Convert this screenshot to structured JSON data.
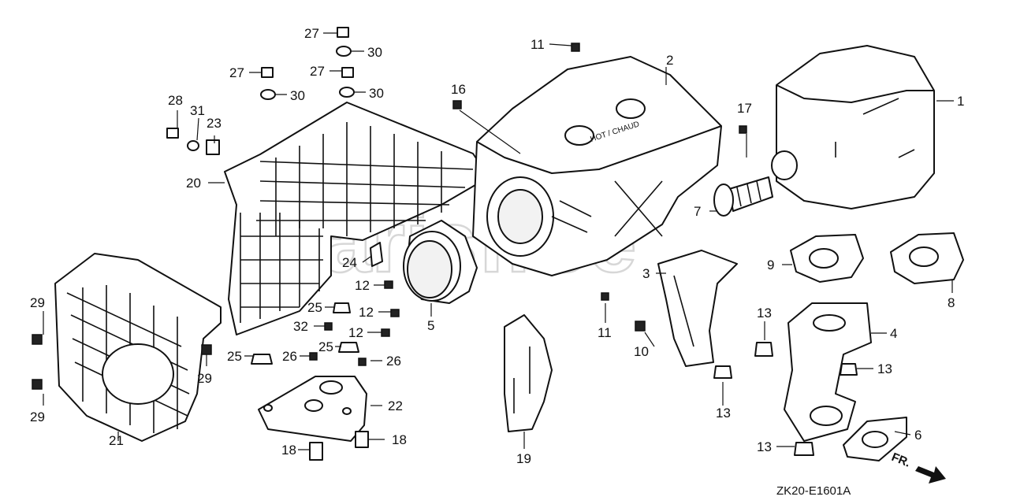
{
  "diagram": {
    "callouts": [
      {
        "n": "1"
      },
      {
        "n": "2"
      },
      {
        "n": "3"
      },
      {
        "n": "4"
      },
      {
        "n": "5"
      },
      {
        "n": "6"
      },
      {
        "n": "7"
      },
      {
        "n": "8"
      },
      {
        "n": "9"
      },
      {
        "n": "10"
      },
      {
        "n": "11"
      },
      {
        "n": "11"
      },
      {
        "n": "12"
      },
      {
        "n": "12"
      },
      {
        "n": "12"
      },
      {
        "n": "13"
      },
      {
        "n": "13"
      },
      {
        "n": "13"
      },
      {
        "n": "13"
      },
      {
        "n": "16"
      },
      {
        "n": "17"
      },
      {
        "n": "18"
      },
      {
        "n": "18"
      },
      {
        "n": "19"
      },
      {
        "n": "20"
      },
      {
        "n": "21"
      },
      {
        "n": "22"
      },
      {
        "n": "23"
      },
      {
        "n": "24"
      },
      {
        "n": "25"
      },
      {
        "n": "25"
      },
      {
        "n": "25"
      },
      {
        "n": "26"
      },
      {
        "n": "26"
      },
      {
        "n": "27"
      },
      {
        "n": "27"
      },
      {
        "n": "27"
      },
      {
        "n": "28"
      },
      {
        "n": "29"
      },
      {
        "n": "29"
      },
      {
        "n": "29"
      },
      {
        "n": "30"
      },
      {
        "n": "30"
      },
      {
        "n": "30"
      },
      {
        "n": "31"
      },
      {
        "n": "32"
      }
    ],
    "diagram_code": "ZK20-E1601A",
    "front_arrow_label": "FR.",
    "watermark": "arisfree",
    "muffler_label": "HOT / CHAUD"
  }
}
